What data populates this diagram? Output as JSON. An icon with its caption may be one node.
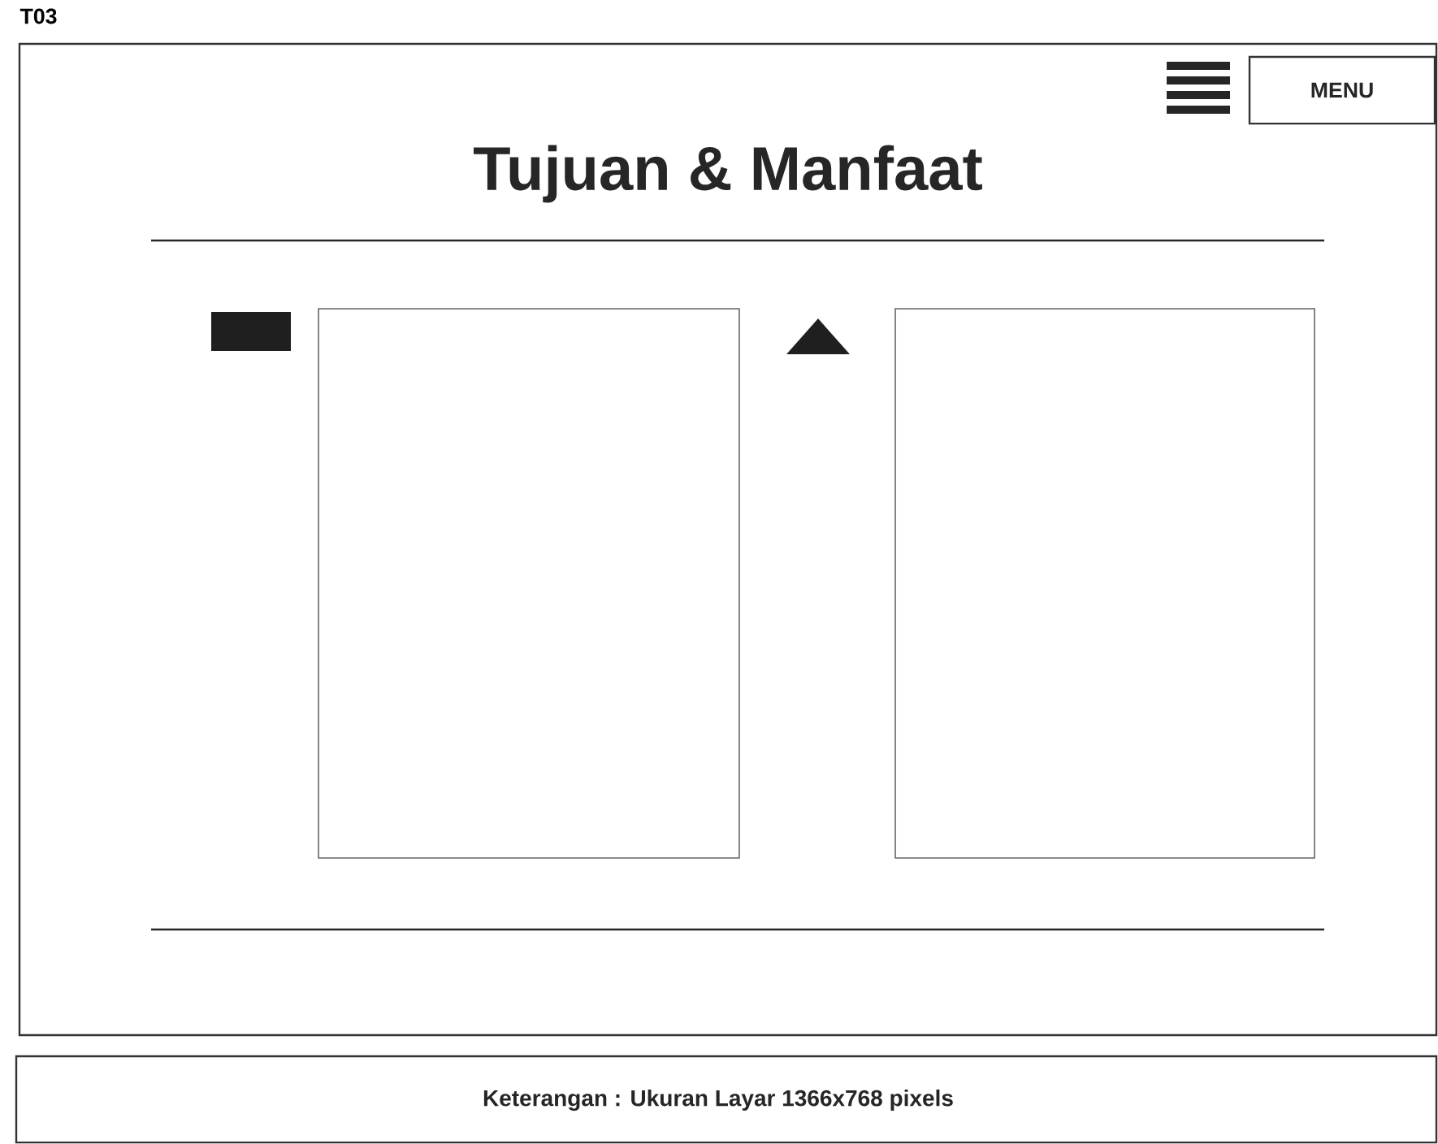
{
  "diagram": {
    "nodes": [
      {
        "text": [
          "Tujuan & Manfaat"
        ]
      },
      {
        "text": [
          "MENU"
        ],
        "in": 0
      },
      {
        "text": [],
        "shape": "box",
        "in": 0
      },
      {
        "text": [],
        "shape": "box",
        "in": 0
      },
      {
        "text": [
          "Keterangan : Ukuran Layar 1366x768 pixels"
        ]
      }
    ],
    "labels": [
      "T03"
    ]
  }
}
